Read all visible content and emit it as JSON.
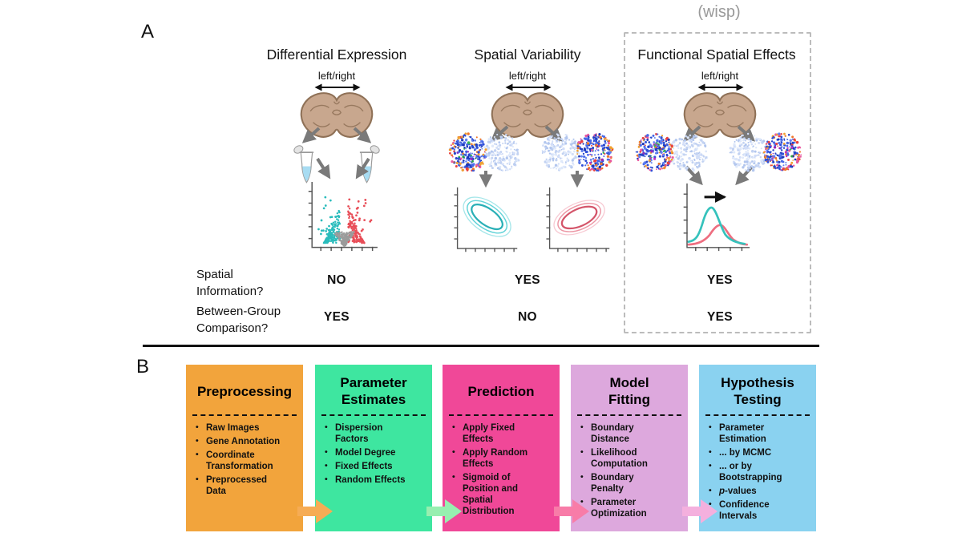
{
  "panelA": {
    "label": "A",
    "wisp_label": "(wisp)",
    "row_labels": {
      "spatial_information": "Spatial Information?",
      "between_group": "Between-Group Comparison?"
    },
    "columns": [
      {
        "title": "Differential Expression",
        "axis_label": "left/right",
        "spatial_information": "NO",
        "between_group_comparison": "YES"
      },
      {
        "title": "Spatial Variability",
        "axis_label": "left/right",
        "spatial_information": "YES",
        "between_group_comparison": "NO"
      },
      {
        "title": "Functional Spatial Effects",
        "axis_label": "left/right",
        "spatial_information": "YES",
        "between_group_comparison": "YES"
      }
    ]
  },
  "panelB": {
    "label": "B",
    "boxes": [
      {
        "title_line1": "Preprocessing",
        "title_line2": "",
        "color": "#F2A43C",
        "items": [
          "Raw Images",
          "Gene Annotation",
          "Coordinate Transformation",
          "Preprocessed Data"
        ]
      },
      {
        "title_line1": "Parameter",
        "title_line2": "Estimates",
        "color": "#3EE6A0",
        "items": [
          "Dispersion Factors",
          "Model Degree",
          "Fixed Effects",
          "Random Effects"
        ]
      },
      {
        "title_line1": "Prediction",
        "title_line2": "",
        "color": "#F04898",
        "items": [
          "Apply Fixed Effects",
          "Apply Random Effects",
          "Sigmoid of Position and Spatial Distribution"
        ]
      },
      {
        "title_line1": "Model",
        "title_line2": "Fitting",
        "color": "#DDA8DD",
        "items": [
          "Boundary Distance",
          "Likelihood Computation",
          "Boundary Penalty",
          "Parameter Optimization"
        ]
      },
      {
        "title_line1": "Hypothesis",
        "title_line2": "Testing",
        "color": "#8AD2F0",
        "items": [
          "Parameter Estimation",
          "... by MCMC",
          "... or by Bootstrapping",
          {
            "em": "p",
            "text": "-values"
          },
          "Confidence Intervals"
        ]
      }
    ],
    "arrow_colors": [
      "#F6AC55",
      "#97EFB0",
      "#F87CA8",
      "#F4B0DE"
    ]
  },
  "colors": {
    "volcano_teal": "#2ABCBC",
    "volcano_red": "#E84E58",
    "volcano_gray": "#9B9B9B",
    "contour_teal": [
      "#29AFB6",
      "#62D3D8",
      "#A5E6E9"
    ],
    "contour_red": [
      "#D4556A",
      "#EC96A4",
      "#F7C9D2"
    ],
    "curve_teal": "#35C2BC",
    "curve_red": "#EE6E80",
    "brain_fill": "#C8A78E",
    "brain_stroke": "#8F7157",
    "tube_liquid": "#A8DCF2",
    "arrow_gray": "#7A7A7A",
    "wisp_gray": "#9A9A9A"
  }
}
